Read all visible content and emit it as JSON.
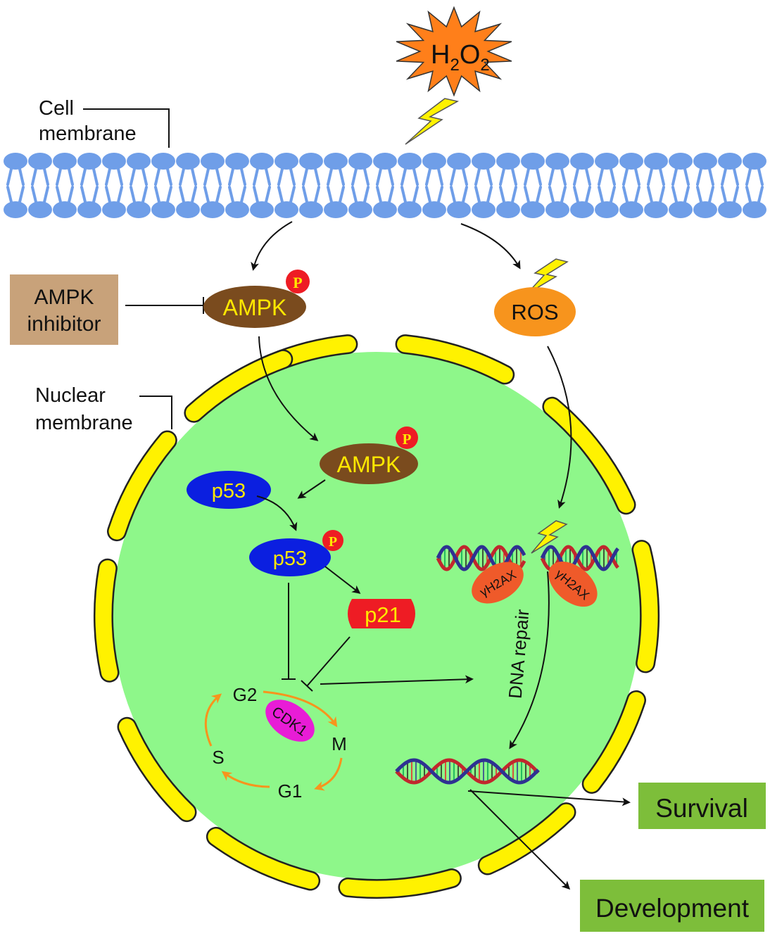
{
  "labels": {
    "cell_membrane_line1": "Cell",
    "cell_membrane_line2": "membrane",
    "nuclear_membrane_line1": "Nuclear",
    "nuclear_membrane_line2": "membrane",
    "h2o2_main": "H",
    "h2o2_sub1": "2",
    "h2o2_mid": "O",
    "h2o2_sub2": "2",
    "ampk_inhibitor_line1": "AMPK",
    "ampk_inhibitor_line2": "inhibitor",
    "ampk_cytoplasm": "AMPK",
    "ampk_nucleus": "AMPK",
    "phospho": "P",
    "ros": "ROS",
    "p53_unphos": "p53",
    "p53_phos": "p53",
    "p21": "p21",
    "g2": "G2",
    "m": "M",
    "g1": "G1",
    "s": "S",
    "cdk1": "CDK1",
    "gamma_h2ax_1": "γH2AX",
    "gamma_h2ax_2": "γH2AX",
    "dna_repair": "DNA repair",
    "survival": "Survival",
    "development": "Development"
  },
  "colors": {
    "membrane": "#6f9ee8",
    "nucleus": "#8ef78a",
    "nuclear_membrane": "#fff200",
    "ampk": "#7a4b1e",
    "ampk_text": "#ffe800",
    "ros": "#f7941d",
    "p53": "#0b1fe0",
    "p21": "#ee1c24",
    "cdk1": "#e81cd6",
    "h2ax": "#ef5a2a",
    "inhibitor_box": "#c8a27a",
    "outcome_box": "#7dbe3a",
    "h2o2_star": "#ff7f1a",
    "cycle_arrow": "#f7941d"
  }
}
